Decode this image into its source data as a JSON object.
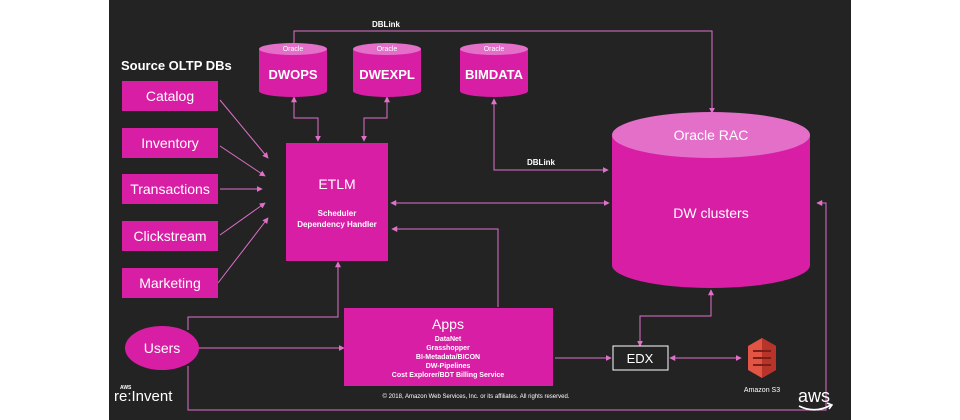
{
  "source_title": "Source OLTP DBs",
  "sources": [
    "Catalog",
    "Inventory",
    "Transactions",
    "Clickstream",
    "Marketing"
  ],
  "databases": [
    {
      "engine": "Oracle",
      "name": "DWOPS"
    },
    {
      "engine": "Oracle",
      "name": "DWEXPL"
    },
    {
      "engine": "Oracle",
      "name": "BIMDATA"
    }
  ],
  "dblink_top": "DBLink",
  "dblink_mid": "DBLink",
  "etlm": {
    "title": "ETLM",
    "line1": "Scheduler",
    "line2": "Dependency Handler"
  },
  "rac": {
    "top": "Oracle RAC",
    "body": "DW clusters"
  },
  "users": "Users",
  "apps": {
    "title": "Apps",
    "items": [
      "DataNet",
      "Grasshopper",
      "BI-Metadata/BICON",
      "DW-Pipelines",
      "Cost Explorer/BDT Billing Service"
    ]
  },
  "edx": "EDX",
  "s3": "Amazon S3",
  "brand": {
    "aws_small": "AWS",
    "reinvent": "re:Invent",
    "aws": "aws"
  },
  "copyright": "© 2018, Amazon Web Services, Inc. or its affiliates. All rights reserved.",
  "colors": {
    "slide_bg": "#232323",
    "magenta": "#d81ea5",
    "rac_top": "#e36fc9",
    "line": "#e070c8",
    "s3_orange": "#e25444"
  }
}
